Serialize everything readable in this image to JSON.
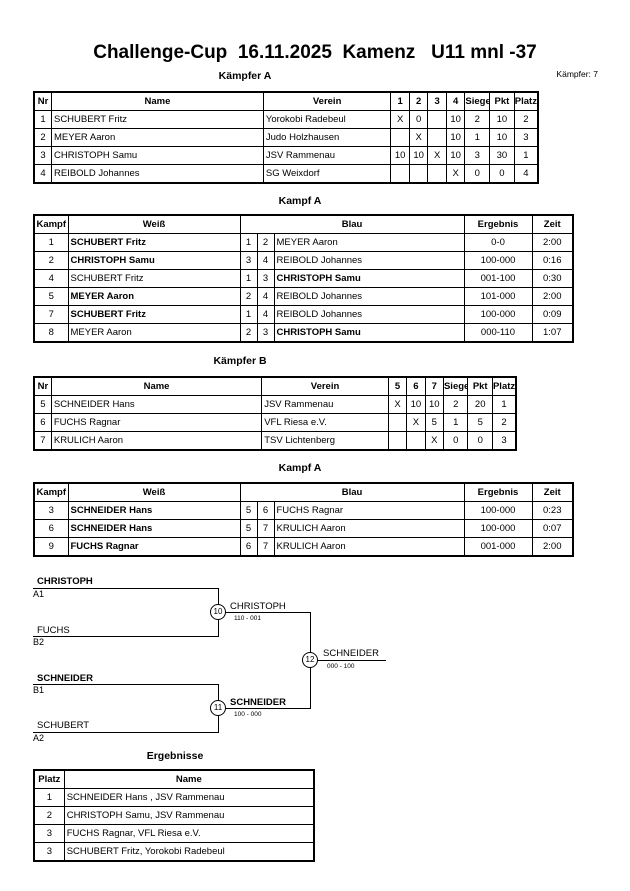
{
  "title": "Challenge-Cup  16.11.2025  Kamenz   U11 mnl -37",
  "kaempfer_count": "Kämpfer: 7",
  "group_a": {
    "heading": "Kämpfer A",
    "headers": [
      "Nr",
      "Name",
      "Verein",
      "1",
      "2",
      "3",
      "4",
      "Siege",
      "Pkt",
      "Platz"
    ],
    "rows": [
      {
        "nr": "1",
        "name": "SCHUBERT Fritz",
        "verein": "Yorokobi Radebeul",
        "s": [
          "X",
          "0",
          "",
          "10"
        ],
        "siege": "2",
        "pkt": "10",
        "platz": "2"
      },
      {
        "nr": "2",
        "name": "MEYER Aaron",
        "verein": "Judo Holzhausen",
        "s": [
          "",
          "X",
          "",
          "10"
        ],
        "siege": "1",
        "pkt": "10",
        "platz": "3"
      },
      {
        "nr": "3",
        "name": "CHRISTOPH Samu",
        "verein": "JSV Rammenau",
        "s": [
          "10",
          "10",
          "X",
          "10"
        ],
        "siege": "3",
        "pkt": "30",
        "platz": "1"
      },
      {
        "nr": "4",
        "name": "REIBOLD Johannes",
        "verein": "SG Weixdorf",
        "s": [
          "",
          "",
          "",
          "X"
        ],
        "siege": "0",
        "pkt": "0",
        "platz": "4"
      }
    ]
  },
  "kampf_a1": {
    "heading": "Kampf A",
    "headers": [
      "Kampf",
      "Weiß",
      "Blau",
      "Ergebnis",
      "Zeit"
    ],
    "rows": [
      {
        "kampf": "1",
        "weiss": "SCHUBERT Fritz",
        "wb": true,
        "n1": "1",
        "n2": "2",
        "blau": "MEYER Aaron",
        "bb": false,
        "ergebnis": "0-0",
        "zeit": "2:00"
      },
      {
        "kampf": "2",
        "weiss": "CHRISTOPH Samu",
        "wb": true,
        "n1": "3",
        "n2": "4",
        "blau": "REIBOLD Johannes",
        "bb": false,
        "ergebnis": "100-000",
        "zeit": "0:16"
      },
      {
        "kampf": "4",
        "weiss": "SCHUBERT Fritz",
        "wb": false,
        "n1": "1",
        "n2": "3",
        "blau": "CHRISTOPH Samu",
        "bb": true,
        "ergebnis": "001-100",
        "zeit": "0:30"
      },
      {
        "kampf": "5",
        "weiss": "MEYER Aaron",
        "wb": true,
        "n1": "2",
        "n2": "4",
        "blau": "REIBOLD Johannes",
        "bb": false,
        "ergebnis": "101-000",
        "zeit": "2:00"
      },
      {
        "kampf": "7",
        "weiss": "SCHUBERT Fritz",
        "wb": true,
        "n1": "1",
        "n2": "4",
        "blau": "REIBOLD Johannes",
        "bb": false,
        "ergebnis": "100-000",
        "zeit": "0:09"
      },
      {
        "kampf": "8",
        "weiss": "MEYER Aaron",
        "wb": false,
        "n1": "2",
        "n2": "3",
        "blau": "CHRISTOPH Samu",
        "bb": true,
        "ergebnis": "000-110",
        "zeit": "1:07"
      }
    ]
  },
  "group_b": {
    "heading": "Kämpfer B",
    "headers": [
      "Nr",
      "Name",
      "Verein",
      "5",
      "6",
      "7",
      "Siege",
      "Pkt",
      "Platz"
    ],
    "rows": [
      {
        "nr": "5",
        "name": "SCHNEIDER  Hans",
        "verein": "JSV Rammenau",
        "s": [
          "X",
          "10",
          "10"
        ],
        "siege": "2",
        "pkt": "20",
        "platz": "1"
      },
      {
        "nr": "6",
        "name": "FUCHS Ragnar",
        "verein": "VFL Riesa e.V.",
        "s": [
          "",
          "X",
          "5"
        ],
        "siege": "1",
        "pkt": "5",
        "platz": "2"
      },
      {
        "nr": "7",
        "name": "KRULICH Aaron",
        "verein": "TSV Lichtenberg",
        "s": [
          "",
          "",
          "X"
        ],
        "siege": "0",
        "pkt": "0",
        "platz": "3"
      }
    ]
  },
  "kampf_a2": {
    "heading": "Kampf A",
    "headers": [
      "Kampf",
      "Weiß",
      "Blau",
      "Ergebnis",
      "Zeit"
    ],
    "rows": [
      {
        "kampf": "3",
        "weiss": "SCHNEIDER  Hans",
        "wb": true,
        "n1": "5",
        "n2": "6",
        "blau": "FUCHS Ragnar",
        "bb": false,
        "ergebnis": "100-000",
        "zeit": "0:23"
      },
      {
        "kampf": "6",
        "weiss": "SCHNEIDER  Hans",
        "wb": true,
        "n1": "5",
        "n2": "7",
        "blau": "KRULICH Aaron",
        "bb": false,
        "ergebnis": "100-000",
        "zeit": "0:07"
      },
      {
        "kampf": "9",
        "weiss": "FUCHS Ragnar",
        "wb": true,
        "n1": "6",
        "n2": "7",
        "blau": "KRULICH Aaron",
        "bb": false,
        "ergebnis": "001-000",
        "zeit": "2:00"
      }
    ]
  },
  "bracket": {
    "e1_name": "CHRISTOPH",
    "e1_seed": "A1",
    "e2_name": "FUCHS",
    "e2_seed": "B2",
    "e3_name": "SCHNEIDER",
    "e3_seed": "B1",
    "e4_name": "SCHUBERT",
    "e4_seed": "A2",
    "m10_num": "10",
    "m10_winner": "CHRISTOPH",
    "m10_score": "110 - 001",
    "m11_num": "11",
    "m11_winner": "SCHNEIDER",
    "m11_score": "100 - 000",
    "m12_num": "12",
    "m12_winner": "SCHNEIDER",
    "m12_score": "000 - 100"
  },
  "ergebnisse": {
    "heading": "Ergebnisse",
    "headers": [
      "Platz",
      "Name"
    ],
    "rows": [
      {
        "platz": "1",
        "name": "SCHNEIDER  Hans  , JSV Rammenau"
      },
      {
        "platz": "2",
        "name": "CHRISTOPH Samu, JSV Rammenau"
      },
      {
        "platz": "3",
        "name": "FUCHS Ragnar, VFL Riesa e.V."
      },
      {
        "platz": "3",
        "name": "SCHUBERT Fritz, Yorokobi Radebeul"
      }
    ]
  }
}
